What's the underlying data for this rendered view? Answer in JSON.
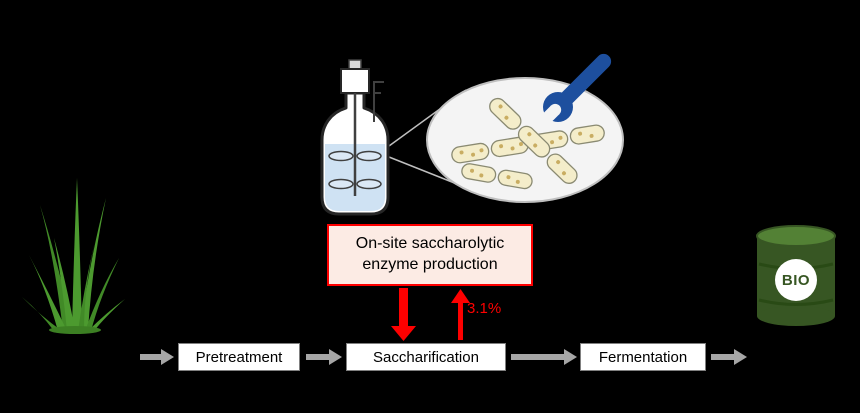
{
  "enzyme_box": {
    "line1": "On-site saccharolytic",
    "line2": "enzyme production"
  },
  "recycle": {
    "label": "3.1%"
  },
  "process_flow": {
    "steps": [
      {
        "label": "Pretreatment"
      },
      {
        "label": "Saccharification"
      },
      {
        "label": "Fermentation"
      }
    ]
  },
  "barrel": {
    "label": "BIO"
  },
  "icons": {
    "feedstock": "grass-icon",
    "reactor": "bioreactor-flask-icon",
    "magnified_view": "fungal-hyphae-cells-icon",
    "tool": "wrench-icon",
    "product": "biofuel-barrel-icon"
  },
  "colors": {
    "background": "#000000",
    "accent_red": "#fe0000",
    "enzyme_box_fill": "#fcebe4",
    "process_arrow_gray": "#a6a6a6",
    "grass_green": "#4c9a2f",
    "wrench_blue": "#1d4f9e",
    "reactor_liquid_blue": "#cfe2f3",
    "cell_fill": "#f4edca",
    "barrel_green": "#375623",
    "barrel_top_green": "#538135"
  }
}
